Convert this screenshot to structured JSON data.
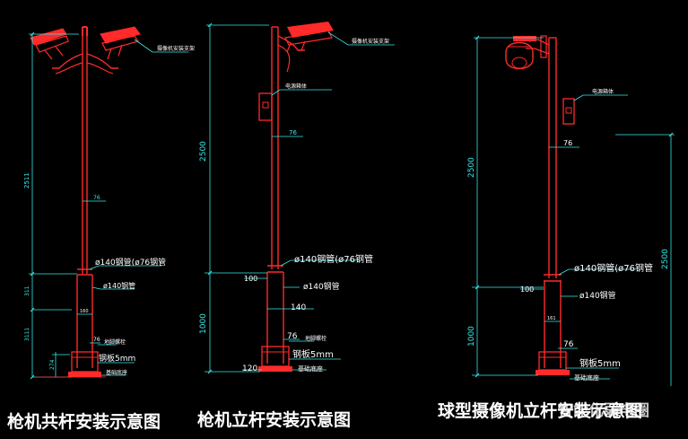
{
  "captions": {
    "left": "枪机共杆安装示意图",
    "middle": "枪机立杆安装示意图",
    "right": "球型摄像机立杆安装示意图",
    "watermark": "智能化弱电圈"
  },
  "colors": {
    "background": "#000000",
    "pole": "#ff2a2a",
    "dimension": "#38e8e8",
    "label": "#ffffff",
    "caption": "#ffffff"
  },
  "left_diagram": {
    "height_label": "2511",
    "lower_label": "311",
    "ground_label": "3111",
    "top_dia": "76",
    "flange_label": "ø140钢管(ø76钢管",
    "base_label": "ø140钢管",
    "base_width": "160",
    "footing_top": "76",
    "anchor_label": "地脚螺栓",
    "plate_label": "钢板5mm",
    "foundation_label": "基础底座",
    "camera_label": "摄像机安装支架"
  },
  "middle_diagram": {
    "height_label": "2500",
    "ground_label": "1000",
    "top_dia": "76",
    "flange_offset": "100",
    "flange_label": "ø140钢管(ø76钢管",
    "base_label": "ø140钢管",
    "base_width": "140",
    "footing_top": "76",
    "plate_offset": "120",
    "anchor_label": "地脚螺栓",
    "plate_label": "钢板5mm",
    "foundation_label": "基础底座",
    "box_label": "电源箱体",
    "camera_label": "摄像机安装支架"
  },
  "right_diagram": {
    "height_label": "2500",
    "height_label_right": "2500",
    "ground_label": "1000",
    "top_dia": "76",
    "flange_offset": "100",
    "flange_label": "ø140钢管(ø76钢管",
    "base_label": "ø140钢管",
    "base_width": "161",
    "footing_top": "76",
    "plate_label": "钢板5mm",
    "foundation_label": "基础底座",
    "box_label": "电源箱体"
  }
}
